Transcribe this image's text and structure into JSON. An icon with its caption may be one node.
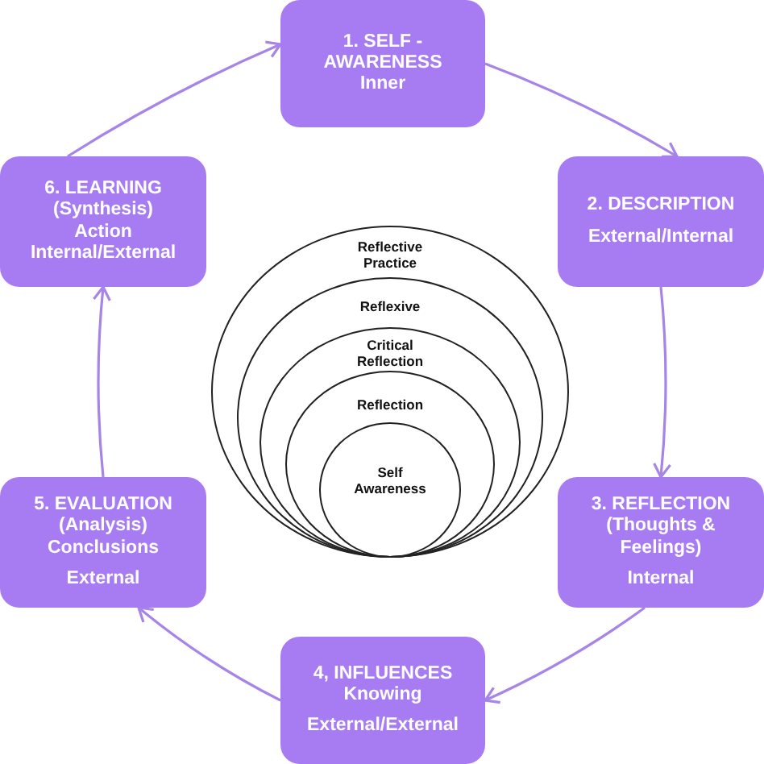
{
  "diagram": {
    "nodes": [
      {
        "text": [
          "1. SELF - AWARENESS",
          "Inner"
        ]
      },
      {
        "text": [
          "2. DESCRIPTION",
          "External/Internal"
        ]
      },
      {
        "text": [
          "3. REFLECTION",
          "(Thoughts & Feelings)",
          "Internal"
        ]
      },
      {
        "text": [
          "4, INFLUENCES",
          "Knowing",
          "External/External"
        ]
      },
      {
        "text": [
          "5. EVALUATION",
          "(Analysis)",
          "Conclusions",
          "External"
        ]
      },
      {
        "text": [
          "6. LEARNING",
          "(Synthesis)",
          "Action",
          "Internal/External"
        ]
      },
      {
        "text": [
          "Reflective Practice"
        ]
      },
      {
        "text": [
          "Reflexive"
        ],
        "in": 6
      },
      {
        "text": [
          "Critical Reflection"
        ],
        "in": 7
      },
      {
        "text": [
          "Reflection"
        ],
        "in": 8
      },
      {
        "text": [
          "Self Awareness"
        ],
        "in": 9
      }
    ],
    "edges": [
      {
        "from": 5,
        "to": 0,
        "arrow": "to"
      },
      {
        "from": 0,
        "to": 1,
        "arrow": "to"
      },
      {
        "from": 1,
        "to": 2,
        "arrow": "to"
      },
      {
        "from": 2,
        "to": 3,
        "arrow": "to"
      },
      {
        "from": 3,
        "to": 4,
        "arrow": "to"
      },
      {
        "from": 4,
        "to": 5,
        "arrow": "to"
      }
    ]
  }
}
